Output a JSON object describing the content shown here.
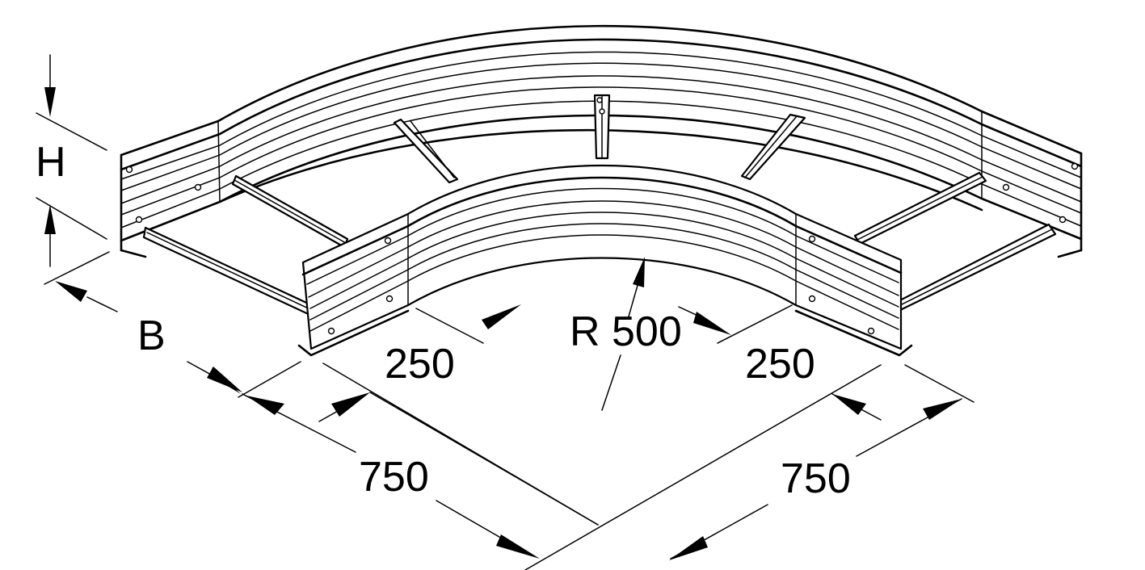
{
  "labels": {
    "height": "H",
    "width": "B",
    "radius": "R 500",
    "straight_left": "250",
    "straight_right": "250",
    "leg_left": "750",
    "leg_right": "750"
  },
  "colors": {
    "line": "#000000",
    "background": "#ffffff"
  }
}
